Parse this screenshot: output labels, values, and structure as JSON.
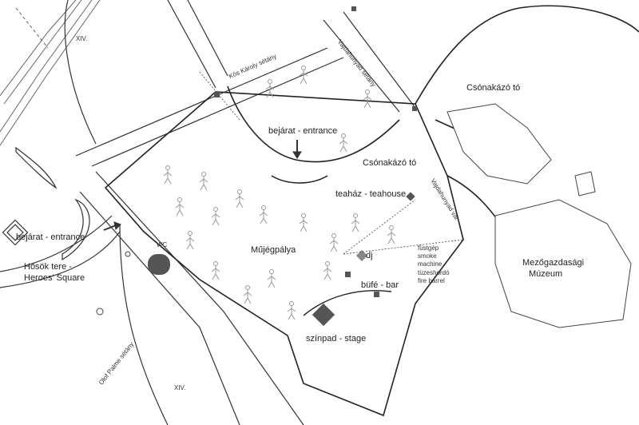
{
  "labels": {
    "district_top": "XIV.",
    "district_bottom": "XIV.",
    "kos_karoly": "Kós Károly sétány",
    "vajdahunyad_setany": "Vajdahunyad sétány",
    "vajdahunyad_var": "Vajdahunyad vár",
    "csonakazo_to_1": "Csónakázó tó",
    "csonakazo_to_2": "Csónakázó tó",
    "entrance_north": "bejárat - entrance",
    "entrance_west": "bejárat - entrance",
    "teahaz": "teaház - teahouse",
    "wc": "WC",
    "hosok_line1": "Hősök tere -",
    "hosok_line2": "Heroes' Square",
    "mujegpalya": "Műjégpálya",
    "dj": "dj",
    "bufe": "büfé - bar",
    "fustgep_1": "füstgép",
    "fustgep_2": "smoke",
    "fustgep_3": "machine",
    "tuzeshordo_1": "tüzeshordó",
    "tuzeshordo_2": "fire barrel",
    "szinpad": "színpad - stage",
    "mezogazdasagi_1": "Mezőgazdasági",
    "mezogazdasagi_2": "Múzeum",
    "olof_palme": "Olof Palme sétány"
  },
  "colors": {
    "line": "#222222",
    "thin": "#777777",
    "block": "#555555",
    "figure": "#999999"
  }
}
